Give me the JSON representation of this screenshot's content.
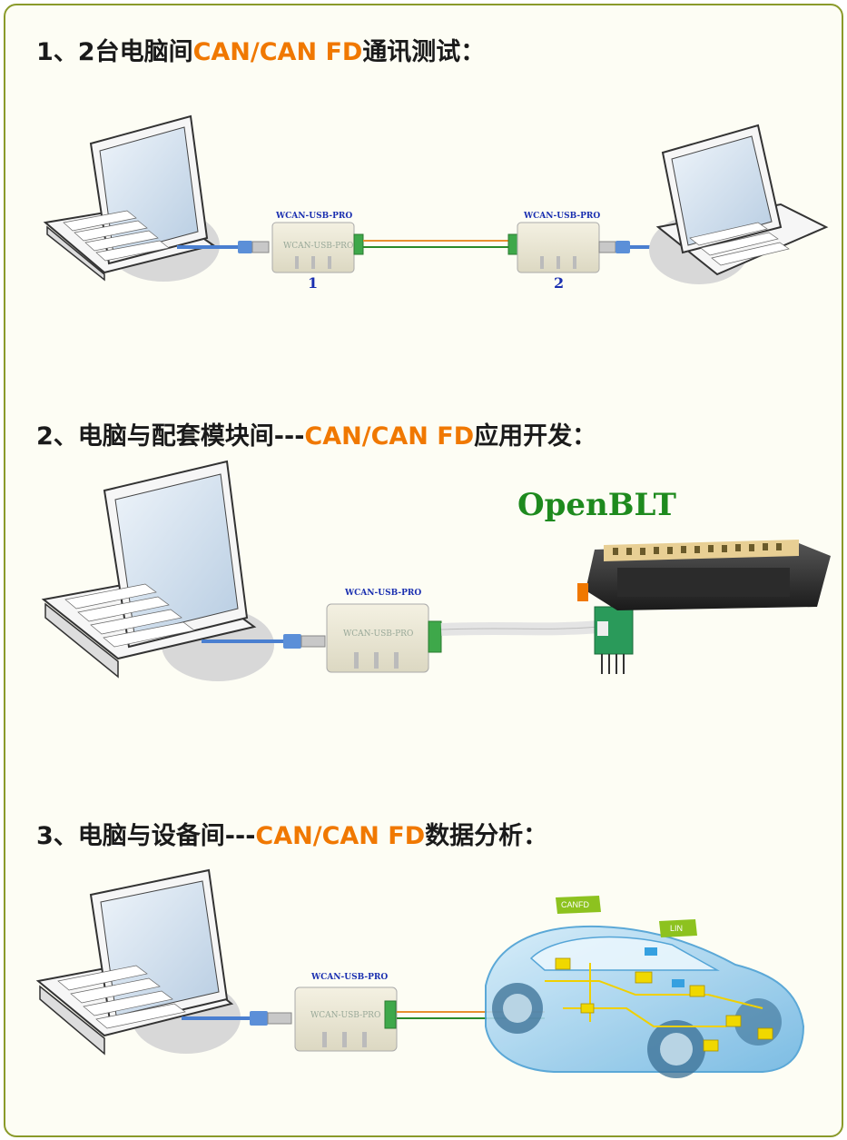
{
  "sections": [
    {
      "prefix": "1、2台电脑间",
      "accent": "CAN/CAN FD",
      "suffix": "通讯测试："
    },
    {
      "prefix": "2、电脑与配套模块间---",
      "accent": "CAN/CAN FD",
      "suffix": "应用开发："
    },
    {
      "prefix": "3、电脑与设备间---",
      "accent": "CAN/CAN FD",
      "suffix": "数据分析："
    }
  ],
  "device_label": "WCAN-USB-PRO",
  "device_print": "WCAN-USB-PRO",
  "node_numbers": [
    "1",
    "2"
  ],
  "openblt_label": "OpenBLT",
  "vehicle_tags": [
    "CANFD",
    "LIN"
  ],
  "colors": {
    "accent": "#f07800",
    "frame_border": "#8a9a2a",
    "device_label": "#1a2fb0",
    "openblt": "#1e8a1e",
    "terminal": "#3ea84a"
  }
}
